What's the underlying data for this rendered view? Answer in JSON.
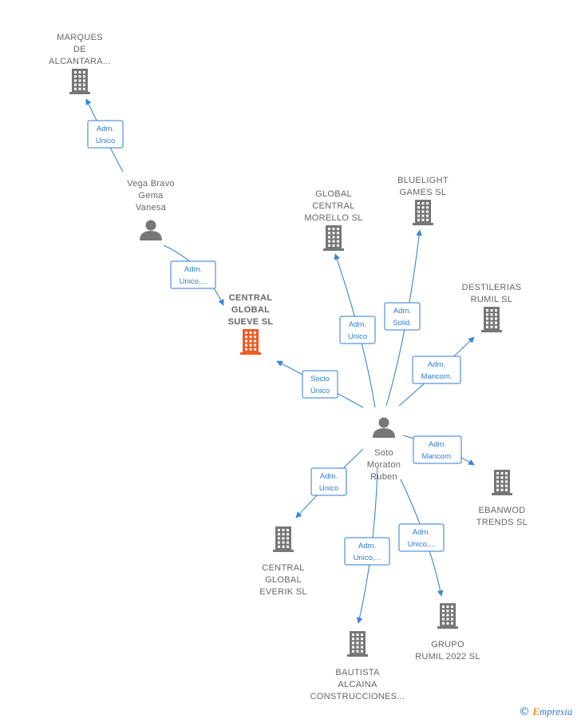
{
  "colors": {
    "company": "#777777",
    "focus_company": "#ee5a24",
    "edge": "#3a84d8",
    "label_border": "#2d7bd6"
  },
  "nodes": {
    "marques": {
      "type": "company",
      "label": [
        "MARQUES",
        "DE",
        "ALCANTARA..."
      ]
    },
    "vega": {
      "type": "person",
      "label": [
        "Vega Bravo",
        "Gema",
        "Vanesa"
      ]
    },
    "central_sueve": {
      "type": "company",
      "focus": true,
      "label": [
        "CENTRAL",
        "GLOBAL",
        "SUEVE  SL"
      ]
    },
    "global_morello": {
      "type": "company",
      "label": [
        "GLOBAL",
        "CENTRAL",
        "MORELLO  SL"
      ]
    },
    "bluelight": {
      "type": "company",
      "label": [
        "BLUELIGHT",
        "GAMES  SL"
      ]
    },
    "destilerias": {
      "type": "company",
      "label": [
        "DESTILERIAS",
        "RUMIL  SL"
      ]
    },
    "soto": {
      "type": "person",
      "label": [
        "Soto",
        "Moraton",
        "Ruben"
      ]
    },
    "ebanwod": {
      "type": "company",
      "label": [
        "EBANWOD",
        "TRENDS  SL"
      ]
    },
    "central_everik": {
      "type": "company",
      "label": [
        "CENTRAL",
        "GLOBAL",
        "EVERIK  SL"
      ]
    },
    "grupo_rumil": {
      "type": "company",
      "label": [
        "GRUPO",
        "RUMIL 2022  SL"
      ]
    },
    "bautista": {
      "type": "company",
      "label": [
        "BAUTISTA",
        "ALCAINA",
        "CONSTRUCCIONES..."
      ]
    }
  },
  "edges": [
    {
      "from": "vega",
      "to": "marques",
      "label": [
        "Adm.",
        "Unico"
      ]
    },
    {
      "from": "vega",
      "to": "central_sueve",
      "label": [
        "Adm.",
        "Unico,..."
      ]
    },
    {
      "from": "soto",
      "to": "central_sueve",
      "label": [
        "Socio",
        "Único"
      ]
    },
    {
      "from": "soto",
      "to": "global_morello",
      "label": [
        "Adm.",
        "Unico"
      ]
    },
    {
      "from": "soto",
      "to": "bluelight",
      "label": [
        "Adm.",
        "Solid."
      ]
    },
    {
      "from": "soto",
      "to": "destilerias",
      "label": [
        "Adm.",
        "Mancom."
      ]
    },
    {
      "from": "soto",
      "to": "ebanwod",
      "label": [
        "Adm.",
        "Mancom."
      ]
    },
    {
      "from": "soto",
      "to": "central_everik",
      "label": [
        "Adm.",
        "Unico"
      ]
    },
    {
      "from": "soto",
      "to": "bautista",
      "label": [
        "Adm.",
        "Unico,..."
      ]
    },
    {
      "from": "soto",
      "to": "grupo_rumil",
      "label": [
        "Adm.",
        "Unico,..."
      ]
    }
  ],
  "footer": {
    "copyright_symbol": "©",
    "brand_initial": "E",
    "brand_rest": "mpresia"
  }
}
